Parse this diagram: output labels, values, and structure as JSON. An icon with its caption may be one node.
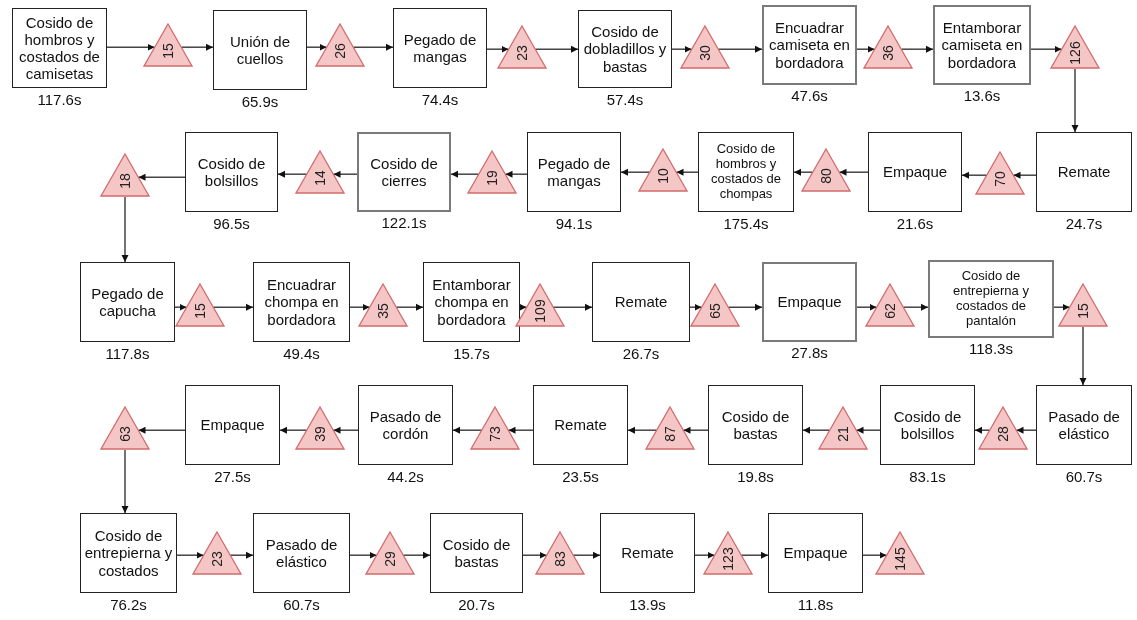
{
  "diagram": {
    "nodes": [
      {
        "text": [
          "Cosido de hombros y costados de camisetas"
        ],
        "beside": [
          "117.6s"
        ]
      },
      {
        "text": [
          "15"
        ]
      },
      {
        "text": [
          "Unión de cuellos"
        ],
        "beside": [
          "65.9s"
        ]
      },
      {
        "text": [
          "26"
        ]
      },
      {
        "text": [
          "Pegado de mangas"
        ],
        "beside": [
          "74.4s"
        ]
      },
      {
        "text": [
          "23"
        ]
      },
      {
        "text": [
          "Cosido de dobladillos y bastas"
        ],
        "beside": [
          "57.4s"
        ]
      },
      {
        "text": [
          "30"
        ]
      },
      {
        "text": [
          "Encuadrar camiseta en bordadora"
        ],
        "beside": [
          "47.6s"
        ]
      },
      {
        "text": [
          "36"
        ]
      },
      {
        "text": [
          "Entamborar camiseta en bordadora"
        ],
        "beside": [
          "13.6s"
        ]
      },
      {
        "text": [
          "126"
        ]
      },
      {
        "text": [
          "Remate"
        ],
        "beside": [
          "24.7s"
        ]
      },
      {
        "text": [
          "70"
        ]
      },
      {
        "text": [
          "Empaque"
        ],
        "beside": [
          "21.6s"
        ]
      },
      {
        "text": [
          "80"
        ]
      },
      {
        "text": [
          "Cosido de hombros y costados de chompas"
        ],
        "beside": [
          "175.4s"
        ]
      },
      {
        "text": [
          "10"
        ]
      },
      {
        "text": [
          "Pegado de mangas"
        ],
        "beside": [
          "94.1s"
        ]
      },
      {
        "text": [
          "19"
        ]
      },
      {
        "text": [
          "Cosido de cierres"
        ],
        "beside": [
          "122.1s"
        ]
      },
      {
        "text": [
          "14"
        ]
      },
      {
        "text": [
          "Cosido de bolsillos"
        ],
        "beside": [
          "96.5s"
        ]
      },
      {
        "text": [
          "18"
        ]
      },
      {
        "text": [
          "Pegado de capucha"
        ],
        "beside": [
          "117.8s"
        ]
      },
      {
        "text": [
          "15"
        ]
      },
      {
        "text": [
          "Encuadrar chompa en bordadora"
        ],
        "beside": [
          "49.4s"
        ]
      },
      {
        "text": [
          "35"
        ]
      },
      {
        "text": [
          "Entamborar chompa en bordadora"
        ],
        "beside": [
          "15.7s"
        ]
      },
      {
        "text": [
          "109"
        ]
      },
      {
        "text": [
          "Remate"
        ],
        "beside": [
          "26.7s"
        ]
      },
      {
        "text": [
          "65"
        ]
      },
      {
        "text": [
          "Empaque"
        ],
        "beside": [
          "27.8s"
        ]
      },
      {
        "text": [
          "62"
        ]
      },
      {
        "text": [
          "Cosido de entrepierna y costados de pantalón"
        ],
        "beside": [
          "118.3s"
        ]
      },
      {
        "text": [
          "15"
        ]
      },
      {
        "text": [
          "Pasado de elástico"
        ],
        "beside": [
          "60.7s"
        ]
      },
      {
        "text": [
          "28"
        ]
      },
      {
        "text": [
          "Cosido de bolsillos"
        ],
        "beside": [
          "83.1s"
        ]
      },
      {
        "text": [
          "21"
        ]
      },
      {
        "text": [
          "Cosido de bastas"
        ],
        "beside": [
          "19.8s"
        ]
      },
      {
        "text": [
          "87"
        ]
      },
      {
        "text": [
          "Remate"
        ],
        "beside": [
          "23.5s"
        ]
      },
      {
        "text": [
          "73"
        ]
      },
      {
        "text": [
          "Pasado de cordón"
        ],
        "beside": [
          "44.2s"
        ]
      },
      {
        "text": [
          "39"
        ]
      },
      {
        "text": [
          "Empaque"
        ],
        "beside": [
          "27.5s"
        ]
      },
      {
        "text": [
          "63"
        ]
      },
      {
        "text": [
          "Cosido de entrepierna y costados"
        ],
        "beside": [
          "76.2s"
        ]
      },
      {
        "text": [
          "23"
        ]
      },
      {
        "text": [
          "Pasado de elástico"
        ],
        "beside": [
          "60.7s"
        ]
      },
      {
        "text": [
          "29"
        ]
      },
      {
        "text": [
          "Cosido de bastas"
        ],
        "beside": [
          "20.7s"
        ]
      },
      {
        "text": [
          "83"
        ]
      },
      {
        "text": [
          "Remate"
        ],
        "beside": [
          "13.9s"
        ]
      },
      {
        "text": [
          "123"
        ]
      },
      {
        "text": [
          "Empaque"
        ],
        "beside": [
          "11.8s"
        ]
      },
      {
        "text": [
          "145"
        ]
      }
    ],
    "edges": [
      {
        "from": 0,
        "to": 1,
        "arrow": "to"
      },
      {
        "from": 1,
        "to": 2,
        "arrow": "to"
      },
      {
        "from": 2,
        "to": 3,
        "arrow": "to"
      },
      {
        "from": 3,
        "to": 4,
        "arrow": "to"
      },
      {
        "from": 4,
        "to": 5,
        "arrow": "to"
      },
      {
        "from": 5,
        "to": 6,
        "arrow": "to"
      },
      {
        "from": 6,
        "to": 7,
        "arrow": "to"
      },
      {
        "from": 7,
        "to": 8,
        "arrow": "to"
      },
      {
        "from": 8,
        "to": 9,
        "arrow": "to"
      },
      {
        "from": 9,
        "to": 10,
        "arrow": "to"
      },
      {
        "from": 10,
        "to": 11,
        "arrow": "to"
      },
      {
        "from": 11,
        "to": 12,
        "arrow": "to"
      },
      {
        "from": 12,
        "to": 13,
        "arrow": "to"
      },
      {
        "from": 13,
        "to": 14,
        "arrow": "to"
      },
      {
        "from": 14,
        "to": 15,
        "arrow": "to"
      },
      {
        "from": 15,
        "to": 16,
        "arrow": "to"
      },
      {
        "from": 16,
        "to": 17,
        "arrow": "to"
      },
      {
        "from": 17,
        "to": 18,
        "arrow": "to"
      },
      {
        "from": 18,
        "to": 19,
        "arrow": "to"
      },
      {
        "from": 19,
        "to": 20,
        "arrow": "to"
      },
      {
        "from": 20,
        "to": 21,
        "arrow": "to"
      },
      {
        "from": 21,
        "to": 22,
        "arrow": "to"
      },
      {
        "from": 22,
        "to": 23,
        "arrow": "to"
      },
      {
        "from": 23,
        "to": 24,
        "arrow": "to"
      },
      {
        "from": 24,
        "to": 25,
        "arrow": "to"
      },
      {
        "from": 25,
        "to": 26,
        "arrow": "to"
      },
      {
        "from": 26,
        "to": 27,
        "arrow": "to"
      },
      {
        "from": 27,
        "to": 28,
        "arrow": "to"
      },
      {
        "from": 28,
        "to": 29,
        "arrow": "to"
      },
      {
        "from": 29,
        "to": 30,
        "arrow": "to"
      },
      {
        "from": 30,
        "to": 31,
        "arrow": "to"
      },
      {
        "from": 31,
        "to": 32,
        "arrow": "to"
      },
      {
        "from": 32,
        "to": 33,
        "arrow": "to"
      },
      {
        "from": 33,
        "to": 34,
        "arrow": "to"
      },
      {
        "from": 34,
        "to": 35,
        "arrow": "to"
      },
      {
        "from": 35,
        "to": 36,
        "arrow": "to"
      },
      {
        "from": 36,
        "to": 37,
        "arrow": "to"
      },
      {
        "from": 37,
        "to": 38,
        "arrow": "to"
      },
      {
        "from": 38,
        "to": 39,
        "arrow": "to"
      },
      {
        "from": 39,
        "to": 40,
        "arrow": "to"
      },
      {
        "from": 40,
        "to": 41,
        "arrow": "to"
      },
      {
        "from": 41,
        "to": 42,
        "arrow": "to"
      },
      {
        "from": 42,
        "to": 43,
        "arrow": "to"
      },
      {
        "from": 43,
        "to": 44,
        "arrow": "to"
      },
      {
        "from": 44,
        "to": 45,
        "arrow": "to"
      },
      {
        "from": 45,
        "to": 46,
        "arrow": "to"
      },
      {
        "from": 46,
        "to": 47,
        "arrow": "to"
      },
      {
        "from": 47,
        "to": 48,
        "arrow": "to"
      },
      {
        "from": 48,
        "to": 49,
        "arrow": "to"
      },
      {
        "from": 49,
        "to": 50,
        "arrow": "to"
      },
      {
        "from": 50,
        "to": 51,
        "arrow": "to"
      },
      {
        "from": 51,
        "to": 52,
        "arrow": "to"
      },
      {
        "from": 52,
        "to": 53,
        "arrow": "to"
      },
      {
        "from": 53,
        "to": 54,
        "arrow": "to"
      },
      {
        "from": 54,
        "to": 55,
        "arrow": "to"
      },
      {
        "from": 55,
        "to": 56,
        "arrow": "to"
      },
      {
        "from": 56,
        "to": 57,
        "arrow": "to"
      }
    ]
  }
}
